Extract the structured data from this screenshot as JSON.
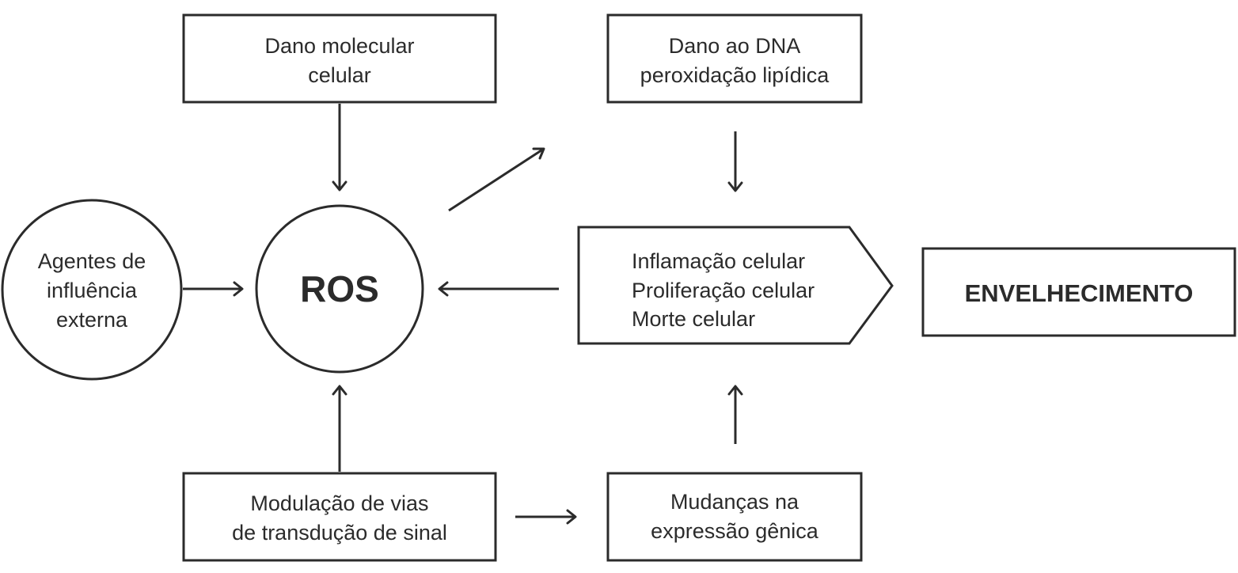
{
  "nodes": {
    "dano_molecular": {
      "lines": [
        "Dano molecular",
        "celular"
      ]
    },
    "dano_dna": {
      "lines": [
        "Dano ao DNA",
        "peroxidação lipídica"
      ]
    },
    "agentes": {
      "lines": [
        "Agentes de",
        "influência",
        "externa"
      ]
    },
    "ros": {
      "label": "ROS"
    },
    "efeitos": {
      "lines": [
        "Inflamação celular",
        "Proliferação celular",
        "Morte celular"
      ]
    },
    "envelhecimento": {
      "label": "ENVELHECIMENTO"
    },
    "modulacao": {
      "lines": [
        "Modulação de vias",
        "de transdução de sinal"
      ]
    },
    "mudancas": {
      "lines": [
        "Mudanças na",
        "expressão gênica"
      ]
    }
  },
  "edges": [
    {
      "from": "dano_molecular",
      "to": "ros"
    },
    {
      "from": "agentes",
      "to": "ros"
    },
    {
      "from": "modulacao",
      "to": "ros"
    },
    {
      "from": "efeitos",
      "to": "ros"
    },
    {
      "from": "ros",
      "to": "dano_dna"
    },
    {
      "from": "dano_dna",
      "to": "efeitos"
    },
    {
      "from": "mudancas",
      "to": "efeitos"
    },
    {
      "from": "modulacao",
      "to": "mudancas"
    }
  ],
  "colors": {
    "stroke": "#2b2b2b",
    "background": "#ffffff"
  }
}
